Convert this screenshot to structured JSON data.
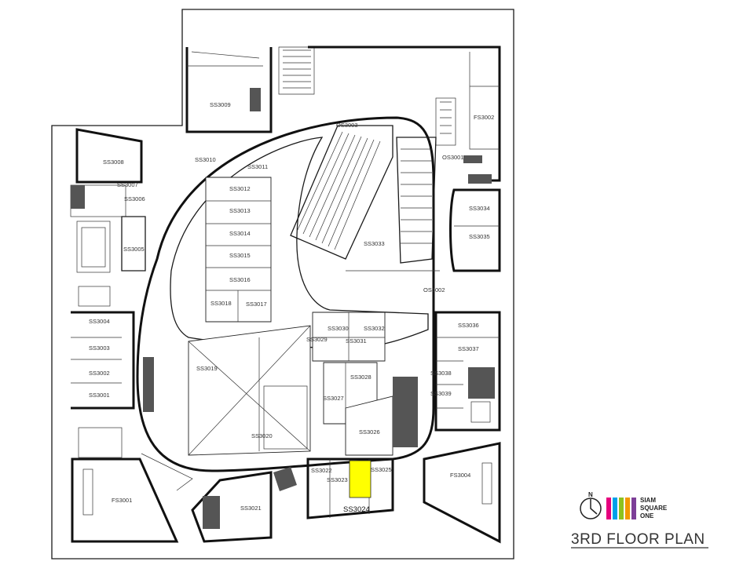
{
  "floor_title": "3RD FLOOR PLAN",
  "logo": {
    "north_mark": "N",
    "line1": "SIAM",
    "line2": "SQUARE",
    "line3": "ONE",
    "brand_colors": [
      "#e6007e",
      "#00a0e9",
      "#8dc21f",
      "#f39800",
      "#7d3f98"
    ]
  },
  "highlight": {
    "unit": "SS3024",
    "color": "#ffff00"
  },
  "units": {
    "ss3001": "SS3001",
    "ss3002": "SS3002",
    "ss3003": "SS3003",
    "ss3004": "SS3004",
    "ss3005": "SS3005",
    "ss3006": "SS3006",
    "ss3007": "SS3007",
    "ss3008": "SS3008",
    "ss3009": "SS3009",
    "ss3010": "SS3010",
    "ss3011": "SS3011",
    "ss3012": "SS3012",
    "ss3013": "SS3013",
    "ss3014": "SS3014",
    "ss3015": "SS3015",
    "ss3016": "SS3016",
    "ss3017": "SS3017",
    "ss3018": "SS3018",
    "ss3019": "SS3019",
    "ss3020": "SS3020",
    "ss3021": "SS3021",
    "ss3022": "SS3022",
    "ss3023": "SS3023",
    "ss3025": "SS3025",
    "ss3026": "SS3026",
    "ss3027": "SS3027",
    "ss3028": "SS3028",
    "ss3029": "SS3029",
    "ss3030": "SS3030",
    "ss3031": "SS3031",
    "ss3032": "SS3032",
    "ss3033": "SS3033",
    "ss3034": "SS3034",
    "ss3035": "SS3035",
    "ss3036": "SS3036",
    "ss3037": "SS3037",
    "ss3038": "SS3038",
    "ss3039": "SS3039",
    "fs3001": "FS3001",
    "fs3002": "FS3002",
    "fs3004": "FS3004",
    "os3001": "OS3001",
    "os3002": "OS3002",
    "os3003": "OS3003"
  }
}
